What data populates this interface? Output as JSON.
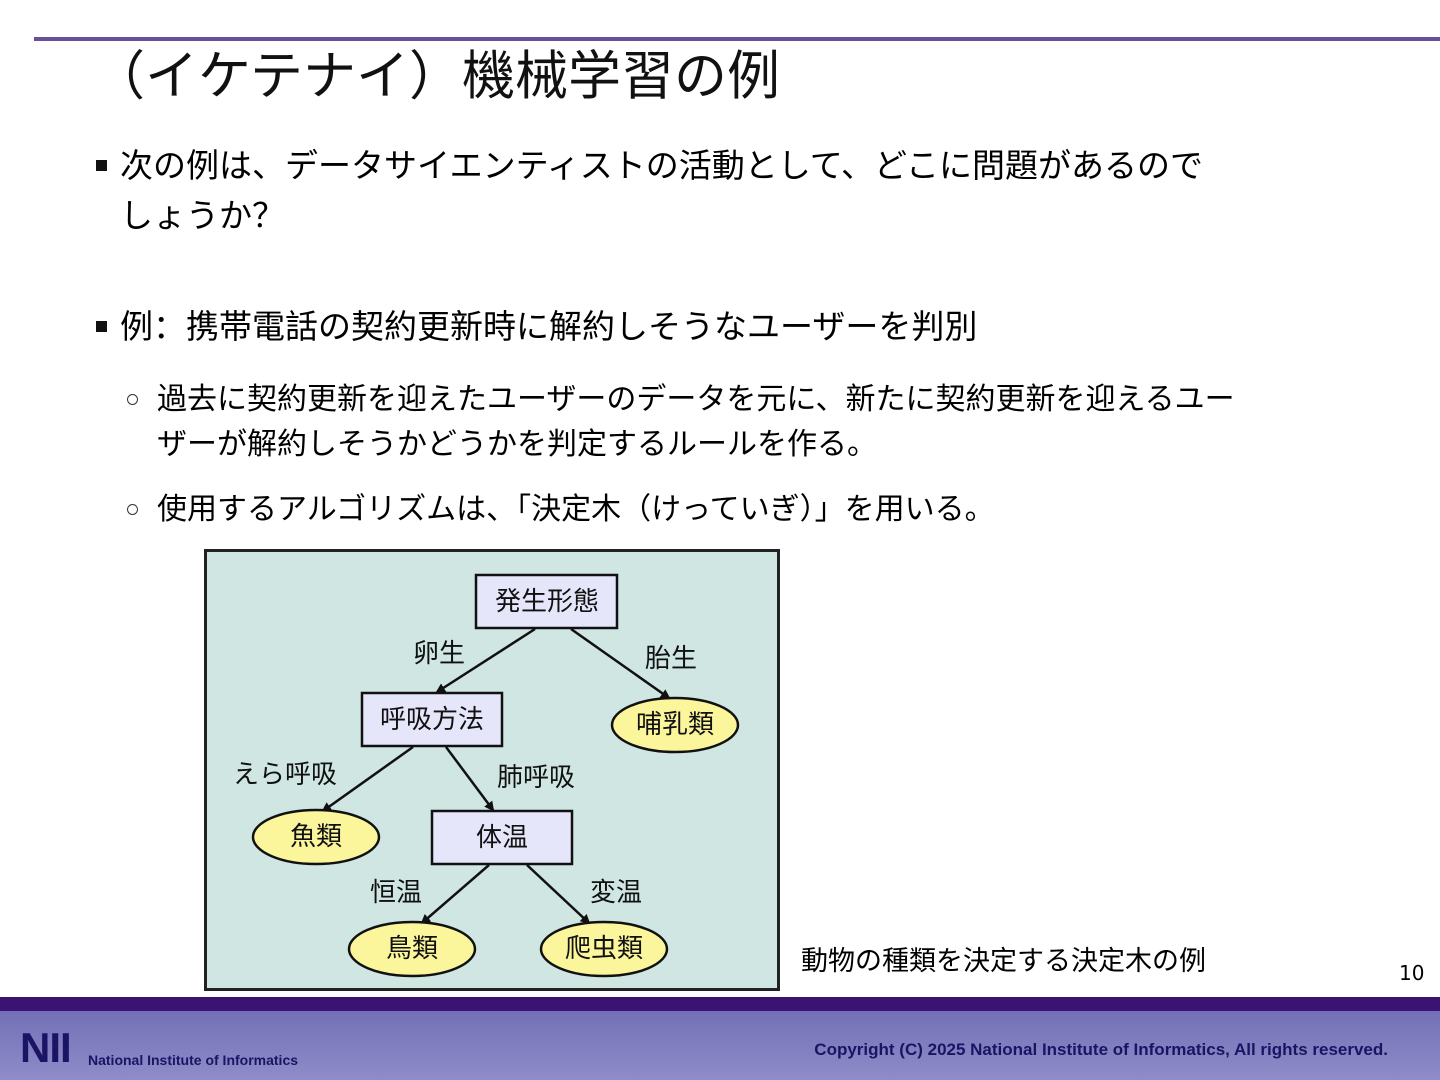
{
  "slide": {
    "title": "（イケテナイ）機械学習の例",
    "bullets": [
      {
        "lines": [
          "次の例は、データサイエンティストの活動として、どこに問題があるので",
          "しょうか？"
        ]
      },
      {
        "lines": [
          "例：携帯電話の契約更新時に解約しそうなユーザーを判別"
        ],
        "subs": [
          {
            "lines": [
              "過去に契約更新を迎えたユーザーのデータを元に、新たに契約更新を迎えるユー",
              "ザーが解約しそうかどうかを判定するルールを作る。"
            ]
          },
          {
            "lines": [
              "使用するアルゴリズムは、「決定木（けっていぎ）」を用いる。"
            ]
          }
        ]
      }
    ],
    "page_number": "10"
  },
  "tree": {
    "nodes": {
      "root": "発生形態",
      "respiration": "呼吸方法",
      "mammal": "哺乳類",
      "fish": "魚類",
      "body_temp": "体温",
      "bird": "鳥類",
      "reptile": "爬虫類"
    },
    "edges": {
      "oviparous": "卵生",
      "viviparous": "胎生",
      "gill": "えら呼吸",
      "lung": "肺呼吸",
      "warm": "恒温",
      "cold": "変温"
    },
    "caption": "動物の種類を決定する決定木の例",
    "colors": {
      "panel": "#cfe6e3",
      "box": "#e6e6fa",
      "leaf": "#fbf59b",
      "line": "#111111"
    }
  },
  "footer": {
    "logo_mark": "NII",
    "logo_text": "National Institute of Informatics",
    "copyright": "Copyright (C) 2025 National Institute of Informatics, All rights reserved."
  }
}
